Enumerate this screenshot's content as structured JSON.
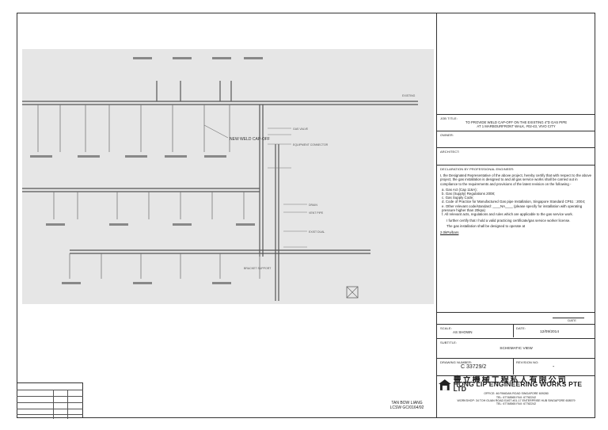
{
  "job_title": {
    "label": "JOB TITLE:",
    "line1": "TO PROVIDE WELD CAP-OFF ON THE EXISTING 4\"D GAS PIPE",
    "line2": "AT 1 MARBOURFRONT WALK, #02-43, VIVO CITY"
  },
  "owner": {
    "label": "OWNER:"
  },
  "architect": {
    "label": "ARCHITECT:"
  },
  "declaration": {
    "label": "DECLARATION BY PROFESSIONAL ENGINEER:",
    "intro": "I, the Designated Representative of the above project, hereby certify that with respect to the above project, the gas installation is designed to and all gas service works shall be carried out in compliance to the requirements and provisions of the latest revision on the following -",
    "items": [
      "a.  Gas Act (Cap 116A);",
      "b.  Gas (Supply) Regulations 2008;",
      "c.  Gas Supply Code;",
      "d.  Code of Practice for Manufactured Gas pipe Installation, Singapore Standard CP51 : 2004;",
      "e.  Other relevant code/standard: ____NA____ (please specify for installation with operating pressure higher than 20kpa)",
      "f.  All relevant acts, regulations and rules which are applicable to the gas service work."
    ],
    "certify": "I further certify that I hold a valid practicing certificate/gas service worker license.",
    "design": "The gas installation shall be designed to operate at",
    "pressure": "2.0kPa/bars"
  },
  "date_block": {
    "label": "DATE"
  },
  "scale": {
    "label": "SCALE:",
    "value": "AS SHOWN"
  },
  "date": {
    "label": "DATE:",
    "value": "12/09/2014"
  },
  "subtitle": {
    "label": "SUBTITLE:",
    "value": "SCHEMATIC VIEW"
  },
  "drawing_number": {
    "label": "DRAWING NUMBER:",
    "value": "C 33729/2"
  },
  "revision": {
    "label": "REVISION NO:",
    "value": "-"
  },
  "company": {
    "name_cn": "豐立機械工程私人有限公司",
    "name_en": "HONG LIP ENGINEERING WORKS PTE LTD",
    "office": "OFFICE: 46 PANDAN ROAD SINGAPORE 609280",
    "office_tel": "TEL: 67748565 FAX: 67782242",
    "workshop": "WORKSHOP: 34 TOH GUAN ROAD EAST #01-17 ENTERPRISE HUB SINGAPORE 608579",
    "workshop_tel": "TEL: 67748565 FAX: 67782242"
  },
  "signatory": {
    "name": "TAN BOW LIANG",
    "license": "LCSW GC/0164/92"
  },
  "drawing_labels": {
    "new_weld": "NEW WELD CAP-OFF",
    "existing": "EXISTING",
    "gas_valve": "GAS VALVE",
    "eq_connect": "EQUIPMENT CONNECTOR",
    "drain": "DRAIN",
    "vent_pipe": "VENT PIPE",
    "exist_dual": "EXIST DUAL",
    "support": "BRACKET SUPPORT"
  }
}
